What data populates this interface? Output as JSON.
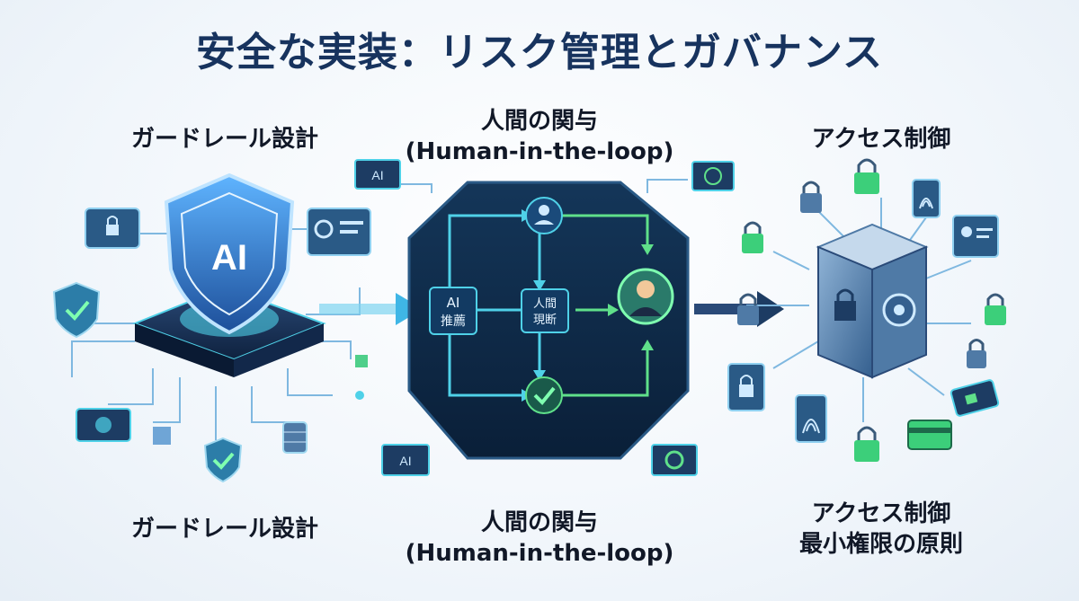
{
  "title": "安全な実装：リスク管理とガバナンス",
  "left_top_label": "ガードレール設計",
  "center_top_label_line1": "人間の関与",
  "center_top_label_line2": "(Human-in-the-loop)",
  "right_top_label": "アクセス制御",
  "left_bottom_label": "ガードレール設計",
  "center_bottom_label_line1": "人間の関与",
  "center_bottom_label_line2": "(Human-in-the-loop)",
  "right_bottom_label_line1": "アクセス制御",
  "right_bottom_label_line2": "最小権限の原則",
  "shield_text": "AI",
  "chip_text": "AI",
  "flow": {
    "ai_box_line1": "AI",
    "ai_box_line2": "推薦",
    "human_box_line1": "人間",
    "human_box_line2": "現断"
  },
  "colors": {
    "navy": "#17335e",
    "accent_blue": "#2f7fd0",
    "accent_cyan": "#4fd1e8",
    "accent_green": "#3ccf7a",
    "hexagon": "#0d2947"
  }
}
